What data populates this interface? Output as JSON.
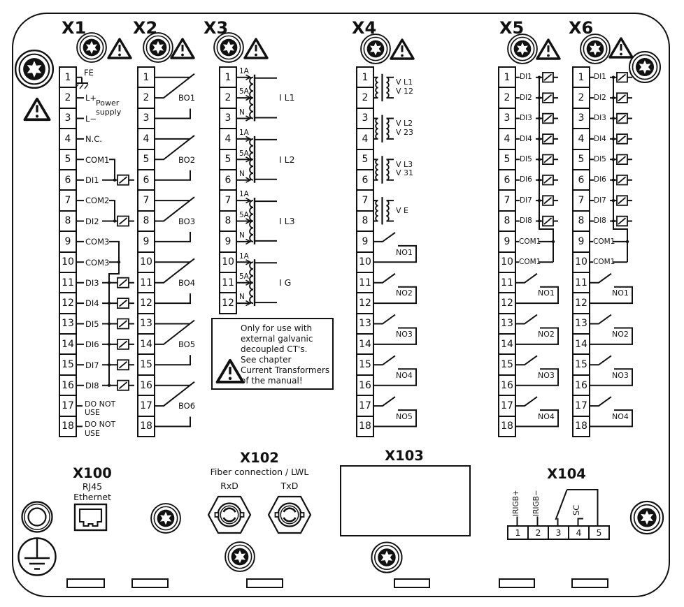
{
  "diagram": {
    "ink_color": "#111111",
    "background_color": "#ffffff",
    "terminal_numbers": [
      "1",
      "2",
      "3",
      "4",
      "5",
      "6",
      "7",
      "8",
      "9",
      "10",
      "11",
      "12",
      "13",
      "14",
      "15",
      "16",
      "17",
      "18"
    ],
    "warning_note": "Only for use with\nexternal galvanic\ndecoupled CT's.\nSee chapter\nCurrent Transformers\nof the manual!",
    "blocks": {
      "x1": {
        "title": "X1",
        "labels": [
          "FE",
          "L+",
          "L−",
          "N.C.",
          "COM1",
          "DI1",
          "COM2",
          "DI2",
          "COM3",
          "COM3",
          "DI3",
          "DI4",
          "DI5",
          "DI6",
          "DI7",
          "DI8",
          "DO NOT USE",
          "DO NOT USE"
        ],
        "power_supply": "Power supply"
      },
      "x2": {
        "title": "X2",
        "bo_labels": [
          "BO1",
          "BO2",
          "BO3",
          "BO4",
          "BO5",
          "BO6"
        ]
      },
      "x3": {
        "title": "X3",
        "tap_labels": [
          "1A",
          "5A",
          "N"
        ],
        "group_labels": [
          "I L1",
          "I L2",
          "I L3",
          "I G"
        ]
      },
      "x4": {
        "title": "X4",
        "vt_labels": [
          [
            "V L1",
            "V 12"
          ],
          [
            "V L2",
            "V 23"
          ],
          [
            "V L3",
            "V 31"
          ],
          [
            "V E"
          ]
        ],
        "no_labels": [
          "NO1",
          "NO2",
          "NO3",
          "NO4",
          "NO5"
        ]
      },
      "x5": {
        "title": "X5",
        "di_labels": [
          "DI1",
          "DI2",
          "DI3",
          "DI4",
          "DI5",
          "DI6",
          "DI7",
          "DI8"
        ],
        "com_labels": [
          "COM1",
          "COM1"
        ],
        "no_labels": [
          "NO1",
          "NO2",
          "NO3",
          "NO4"
        ]
      },
      "x6": {
        "title": "X6",
        "di_labels": [
          "DI1",
          "DI2",
          "DI3",
          "DI4",
          "DI5",
          "DI6",
          "DI7",
          "DI8"
        ],
        "com_labels": [
          "COM1",
          "COM1"
        ],
        "no_labels": [
          "NO1",
          "NO2",
          "NO3",
          "NO4"
        ]
      },
      "x100": {
        "title": "X100",
        "line1": "RJ45",
        "line2": "Ethernet"
      },
      "x102": {
        "title": "X102",
        "subtitle": "Fiber connection / LWL",
        "rx_label": "RxD",
        "tx_label": "TxD"
      },
      "x103": {
        "title": "X103"
      },
      "x104": {
        "title": "X104",
        "pin_numbers": [
          "1",
          "2",
          "3",
          "4",
          "5"
        ],
        "irigb_plus": "IRIGB+",
        "irigb_minus": "IRIGB−",
        "sc_label": "SC"
      }
    }
  }
}
